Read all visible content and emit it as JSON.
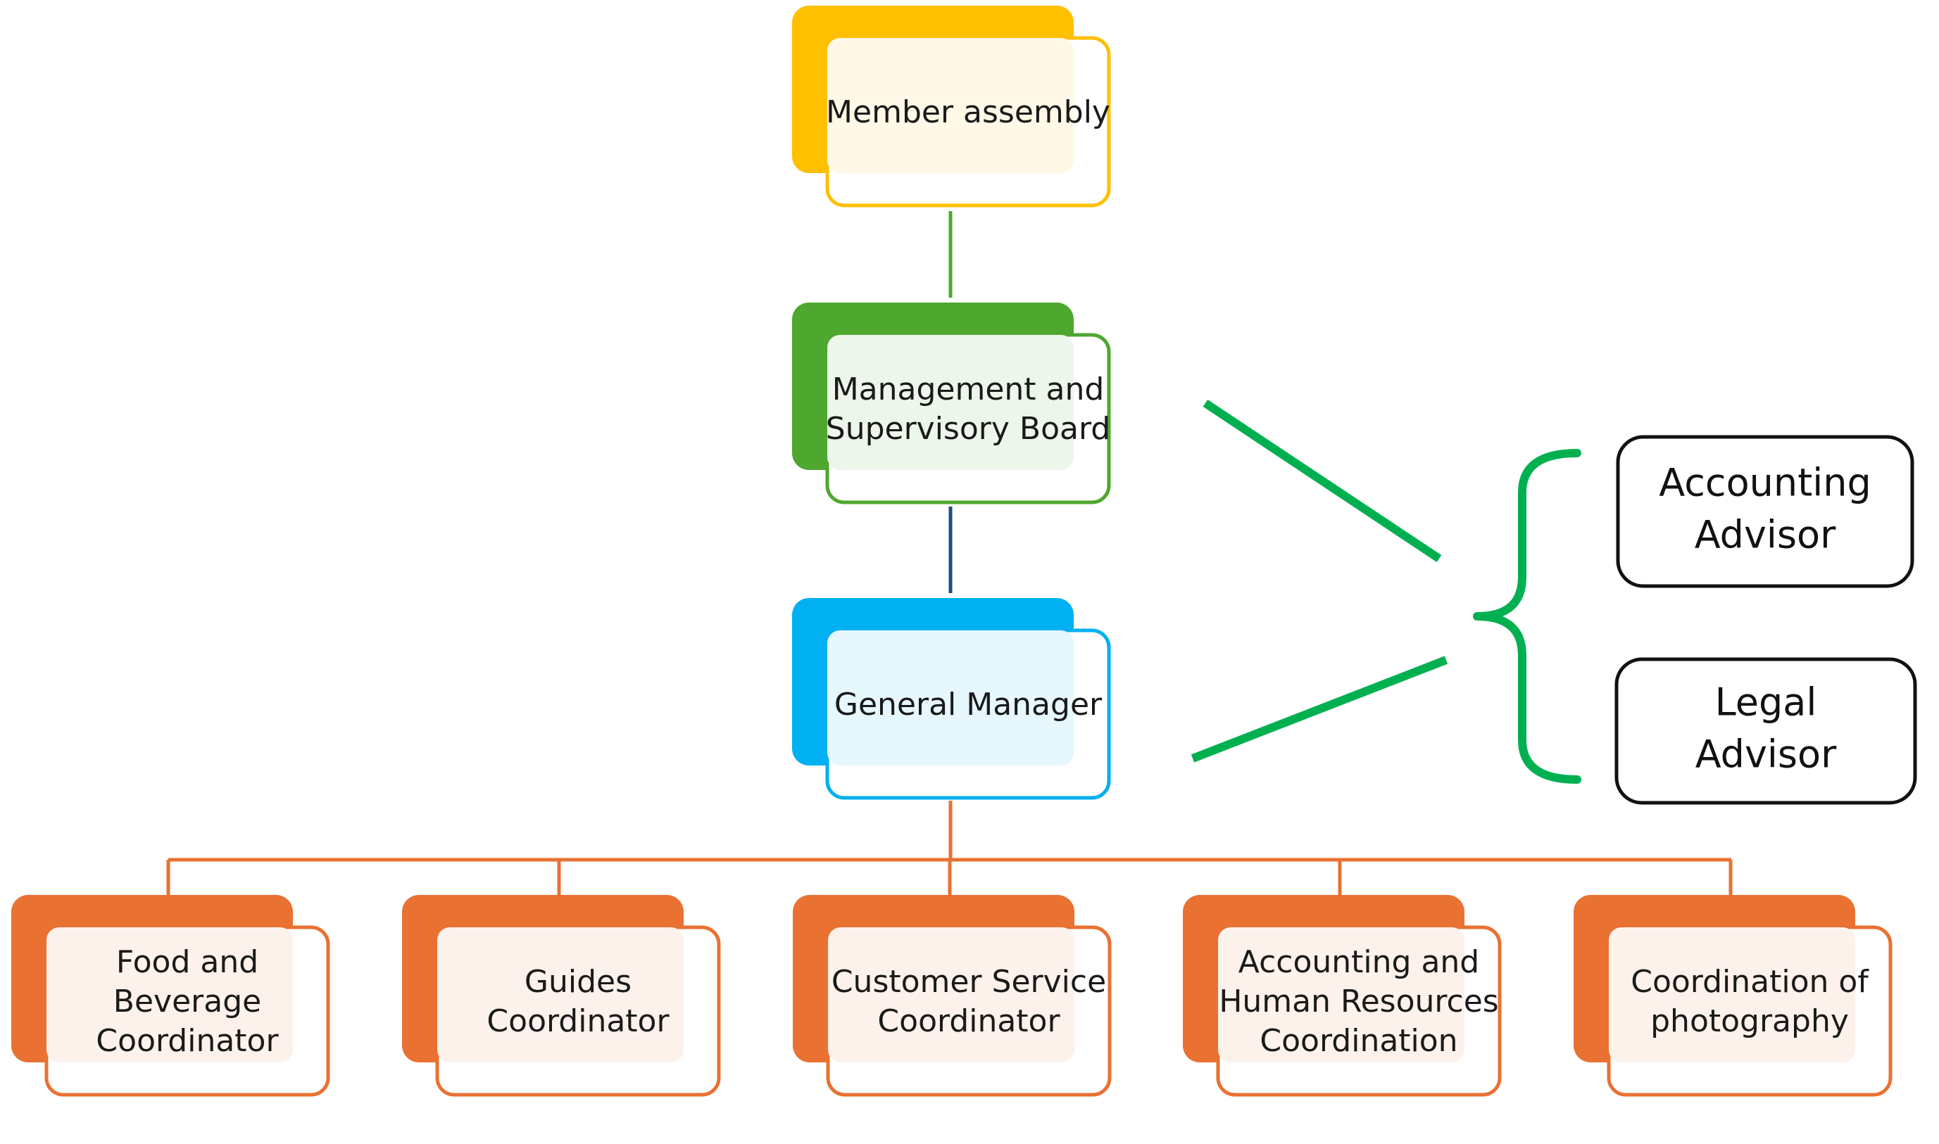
{
  "colors": {
    "yellow": "#FFC000",
    "yellow_fill": "#FFF8E6",
    "green": "#4EA72E",
    "green_fill": "#EDF6EA",
    "blue": "#00B0F0",
    "blue_fill": "#E6F7FE",
    "orange": "#E97132",
    "orange_fill": "#FDF1EB",
    "bracket_green": "#00B050",
    "dark_connector": "#1F4E79"
  },
  "nodes": {
    "assembly": {
      "lines": [
        "Member assembly"
      ]
    },
    "board": {
      "lines": [
        "Management and",
        "Supervisory Board"
      ]
    },
    "manager": {
      "lines": [
        "General Manager"
      ]
    }
  },
  "coordinators": [
    {
      "lines": [
        "Food and",
        "Beverage",
        "Coordinator"
      ]
    },
    {
      "lines": [
        "Guides",
        "Coordinator"
      ]
    },
    {
      "lines": [
        "Customer Service",
        "Coordinator"
      ]
    },
    {
      "lines": [
        "Accounting and",
        "Human Resources",
        "Coordination"
      ]
    },
    {
      "lines": [
        "Coordination of",
        "photography"
      ]
    }
  ],
  "advisors": [
    {
      "lines": [
        "Accounting",
        "Advisor"
      ]
    },
    {
      "lines": [
        "Legal",
        "Advisor"
      ]
    }
  ]
}
